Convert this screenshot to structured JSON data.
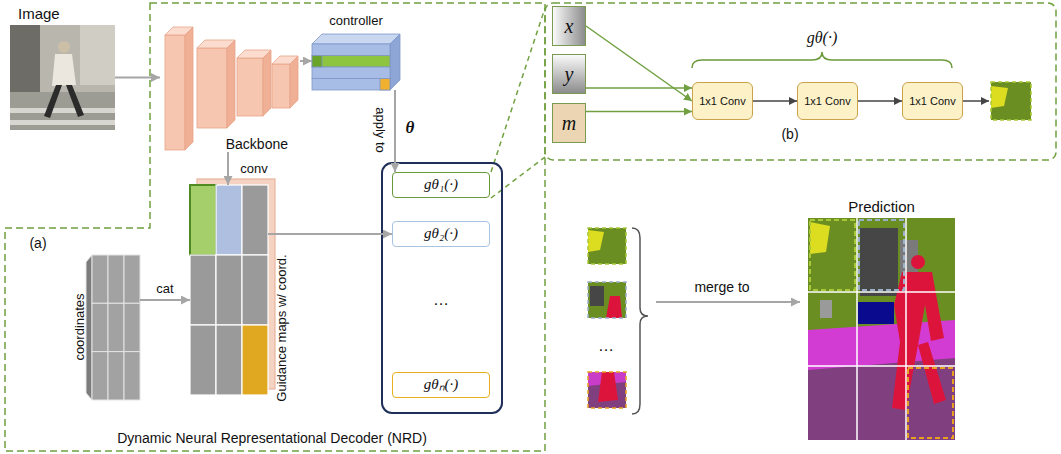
{
  "diagram": {
    "nodes": [
      {
        "text": [
          "Image"
        ]
      },
      {
        "text": [
          "Backbone"
        ]
      },
      {
        "text": [
          "controller"
        ]
      },
      {
        "text": [
          "coordinates"
        ]
      },
      {
        "text": [
          "Guidance maps w/ coord."
        ]
      },
      {
        "text": [
          "gθ₁(·)"
        ]
      },
      {
        "text": [
          "gθ₂(·)"
        ]
      },
      {
        "text": [
          "gθₙ(·)"
        ]
      },
      {
        "text": [
          "x"
        ]
      },
      {
        "text": [
          "y"
        ]
      },
      {
        "text": [
          "m"
        ]
      },
      {
        "text": [
          "1x1 Conv"
        ]
      },
      {
        "text": [
          "1x1 Conv"
        ]
      },
      {
        "text": [
          "1x1 Conv"
        ]
      },
      {
        "text": [
          "Prediction"
        ]
      }
    ],
    "edges": [
      {
        "from": 0,
        "to": 1,
        "arrow": "to"
      },
      {
        "from": 1,
        "to": 2,
        "arrow": "to"
      },
      {
        "from": 1,
        "to": 4,
        "label": "conv",
        "arrow": "to"
      },
      {
        "from": 3,
        "to": 4,
        "label": "cat",
        "arrow": "to"
      },
      {
        "from": 2,
        "to": 5,
        "label": "apply to",
        "arrow": "to"
      },
      {
        "from": 4,
        "to": 6,
        "arrow": "to"
      },
      {
        "from": 8,
        "to": 11,
        "arrow": "to"
      },
      {
        "from": 9,
        "to": 11,
        "arrow": "to"
      },
      {
        "from": 10,
        "to": 11,
        "arrow": "to"
      },
      {
        "from": 11,
        "to": 12,
        "arrow": "to"
      },
      {
        "from": 12,
        "to": 13,
        "arrow": "to"
      }
    ],
    "labels": [
      "(a)",
      "θ",
      "…",
      "gθ(·)",
      "(b)",
      "…",
      "merge to",
      "Dynamic Neural Representational Decoder (NRD)"
    ]
  }
}
